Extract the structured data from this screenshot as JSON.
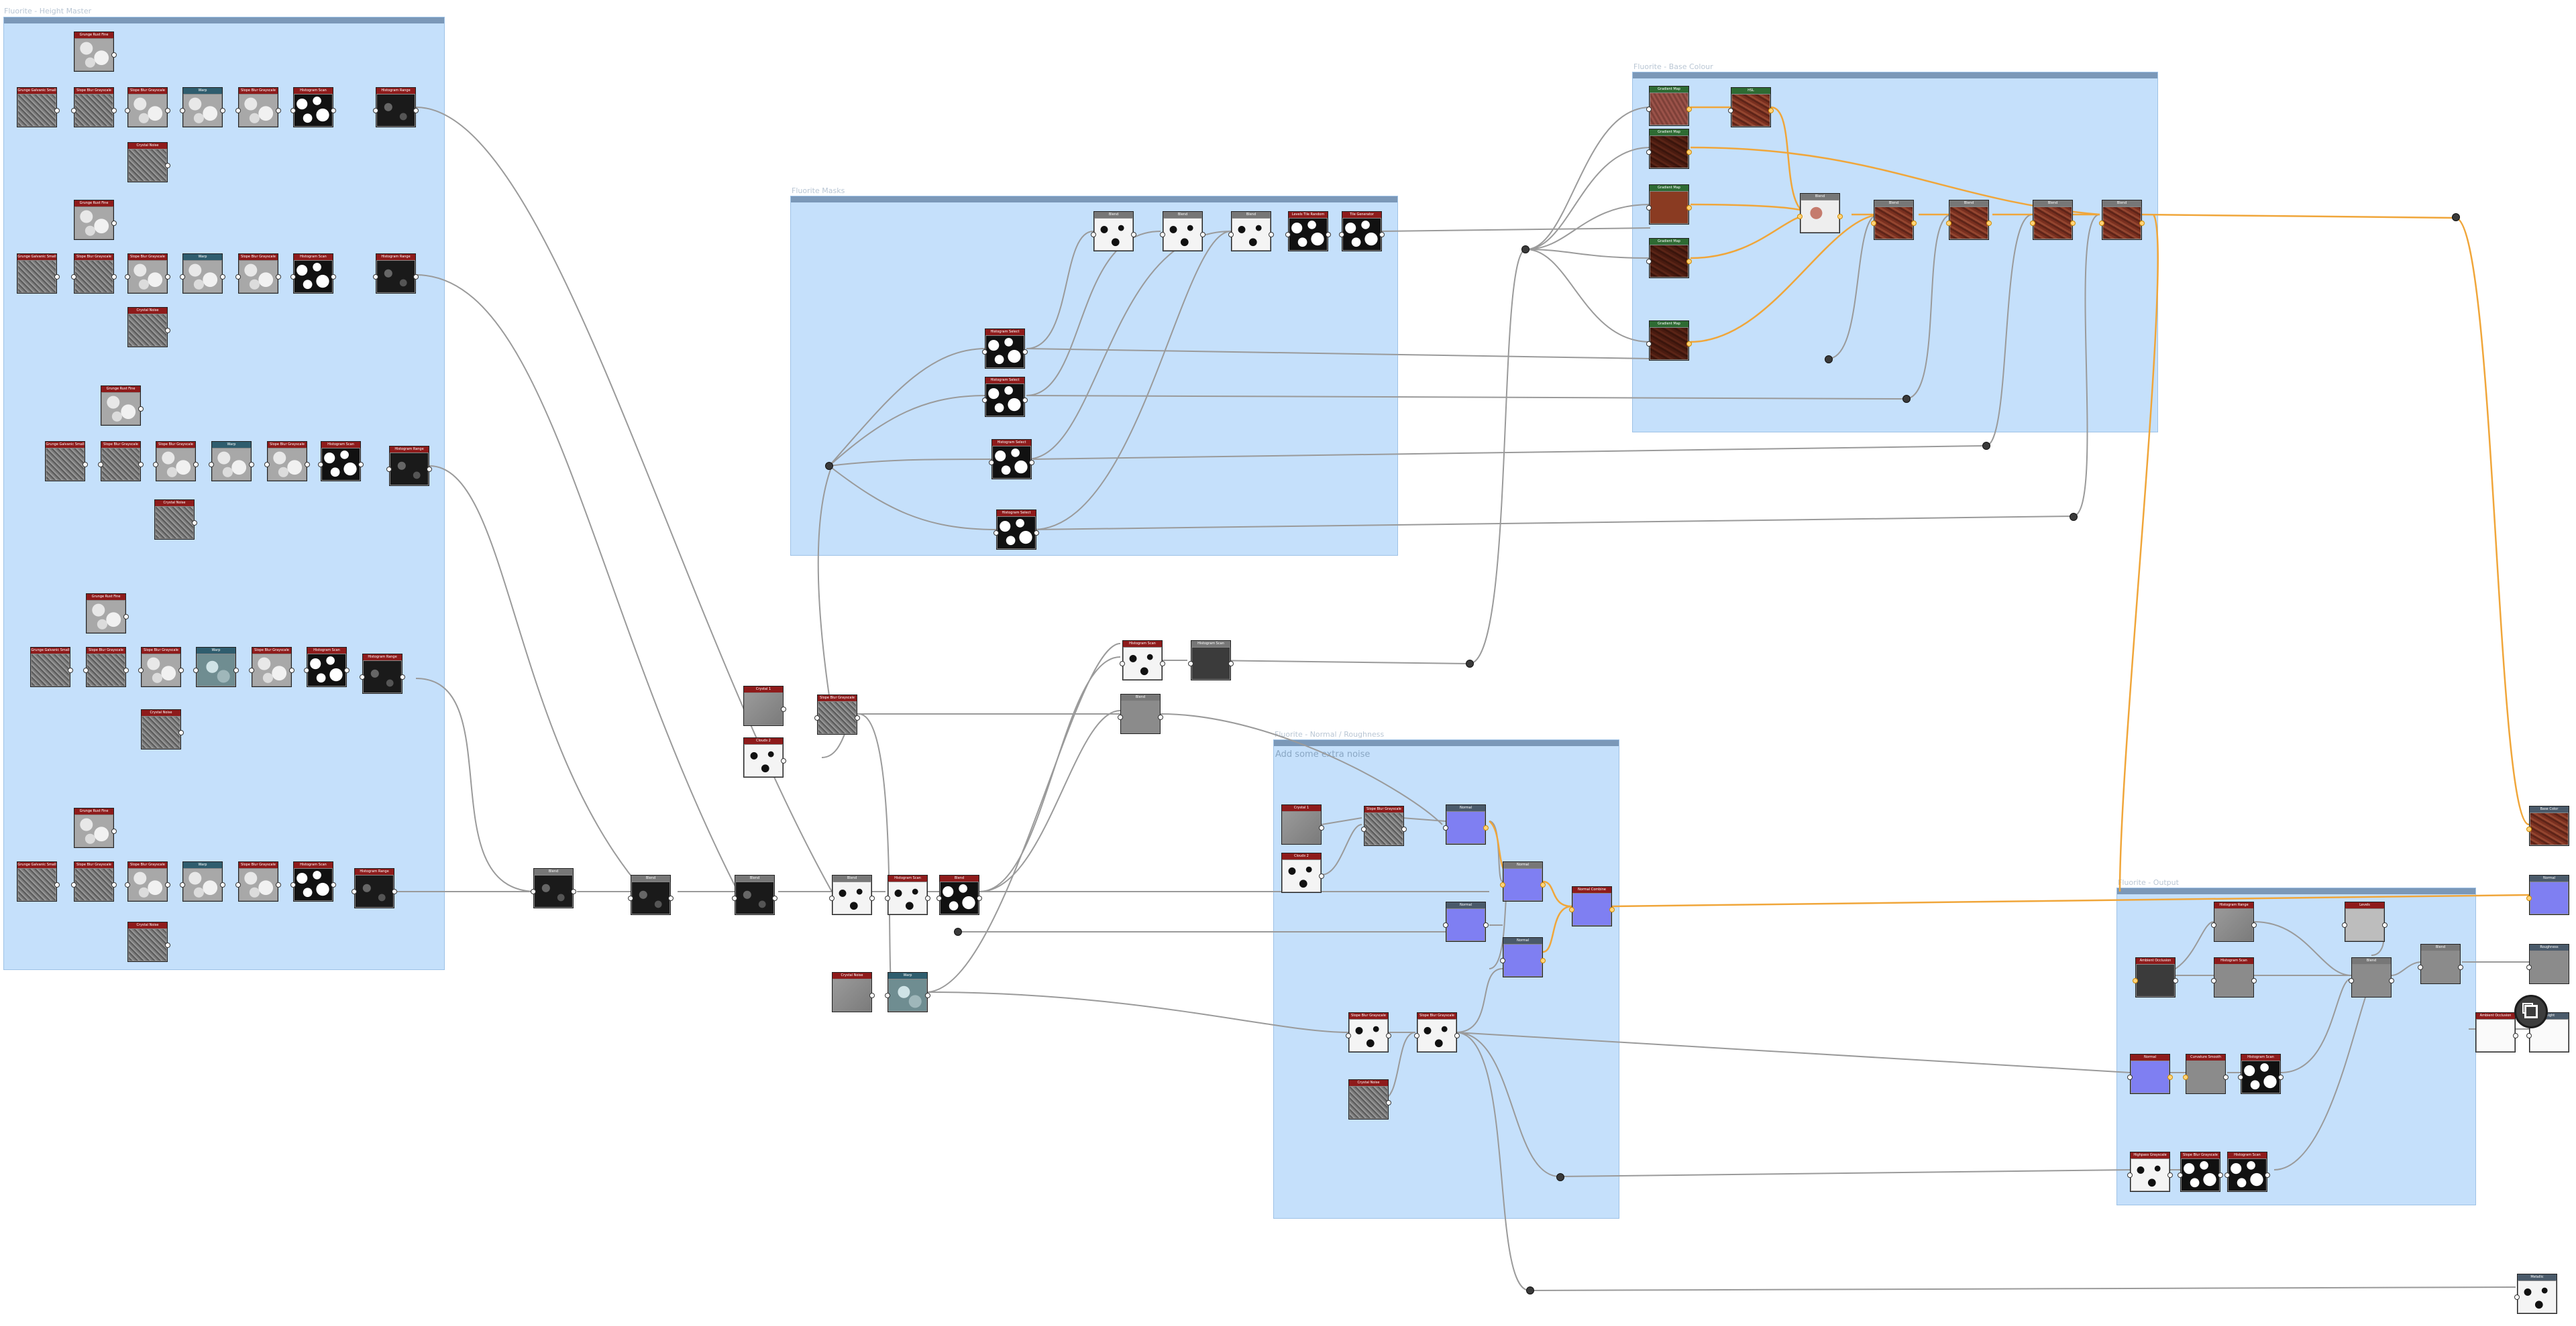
{
  "frames": [
    {
      "id": "f-left",
      "title": "Fluorite - Height Master"
    },
    {
      "id": "f-mid",
      "title": "Fluorite Masks"
    },
    {
      "id": "f-topright",
      "title": "Fluorite - Base Colour"
    },
    {
      "id": "f-center",
      "title": "Fluorite - Normal / Roughness",
      "comment": "Add some extra noise"
    },
    {
      "id": "f-right",
      "title": "Fluorite - Output"
    }
  ],
  "nodes": {
    "L1a": "Grunge Rust Fine",
    "L1b": "Grunge Galvanic Small",
    "L1c": "Slope Blur Grayscale",
    "L1d": "Slope Blur Grayscale",
    "L1e": "Warp",
    "L1f": "Slope Blur Grayscale",
    "L1g": "Histogram Scan",
    "L1h": "Histogram Range",
    "L1i": "Crystal Noise",
    "L2a": "Grunge Rust Fine",
    "L2b": "Grunge Galvanic Small",
    "L2c": "Slope Blur Grayscale",
    "L2d": "Slope Blur Grayscale",
    "L2e": "Warp",
    "L2f": "Slope Blur Grayscale",
    "L2g": "Histogram Scan",
    "L2h": "Histogram Range",
    "L2i": "Crystal Noise",
    "L3a": "Grunge Rust Fine",
    "L3b": "Grunge Galvanic Small",
    "L3c": "Slope Blur Grayscale",
    "L3d": "Slope Blur Grayscale",
    "L3e": "Warp",
    "L3f": "Slope Blur Grayscale",
    "L3g": "Histogram Scan",
    "L3h": "Histogram Range",
    "L3i": "Crystal Noise",
    "L4a": "Grunge Rust Fine",
    "L4b": "Grunge Galvanic Small",
    "L4c": "Slope Blur Grayscale",
    "L4d": "Slope Blur Grayscale",
    "L4e": "Warp",
    "L4f": "Slope Blur Grayscale",
    "L4g": "Histogram Scan",
    "L4h": "Histogram Range",
    "L4i": "Crystal Noise",
    "L5a": "Grunge Rust Fine",
    "L5b": "Grunge Galvanic Small",
    "L5c": "Slope Blur Grayscale",
    "L5d": "Slope Blur Grayscale",
    "L5e": "Warp",
    "L5f": "Slope Blur Grayscale",
    "L5g": "Histogram Scan",
    "L5h": "Histogram Range",
    "L5i": "Crystal Noise",
    "M1": "Blend",
    "M2": "Blend",
    "M3": "Blend",
    "M4": "Levels Tile Random",
    "M5": "Tile Generator",
    "M6": "Histogram Select",
    "M7": "Histogram Select",
    "M8": "Histogram Select",
    "M9": "Histogram Select",
    "B1": "Blend",
    "B2": "Blend",
    "B3": "Blend",
    "B4": "Blend",
    "B5": "Crystal 1",
    "B6": "Clouds 2",
    "B7": "Slope Blur Grayscale",
    "B8": "Blend",
    "B9": "Histogram Scan",
    "B10": "Histogram Scan",
    "B11": "Crystal Noise",
    "B12": "Warp",
    "B13": "Histogram Scan",
    "B14": "Blend",
    "T1": "Gradient Map",
    "T2": "Gradient Map",
    "T3": "Gradient Map",
    "T4": "Gradient Map",
    "T5": "Gradient Map",
    "T6": "HSL",
    "T7": "Blend",
    "T8": "Blend",
    "T9": "Blend",
    "T10": "Blend",
    "T11": "Blend",
    "C1": "Crystal 1",
    "C2": "Clouds 2",
    "C3": "Slope Blur Grayscale",
    "C4": "Normal",
    "C5": "Normal",
    "C6": "Normal Combine",
    "C7": "Normal",
    "C8": "Normal",
    "C9": "Slope Blur Grayscale",
    "C10": "Slope Blur Grayscale",
    "C11": "Crystal Noise",
    "R1": "Histogram Range",
    "R2": "Ambient Occlusion",
    "R3": "Histogram Scan",
    "R4": "Levels",
    "R5": "Blend",
    "R6": "Normal",
    "R7": "Curvature Smooth",
    "R8": "Histogram Scan",
    "R9": "Highpass Grayscale",
    "R10": "Slope Blur Grayscale",
    "R11": "Histogram Scan",
    "R12": "Blend",
    "O1": "Base Color",
    "O2": "Normal",
    "O3": "Roughness",
    "O4": "Ambient Occlusion",
    "O5": "Height",
    "O6": "Metallic"
  },
  "icons": {
    "navigator": "navigator-icon"
  }
}
